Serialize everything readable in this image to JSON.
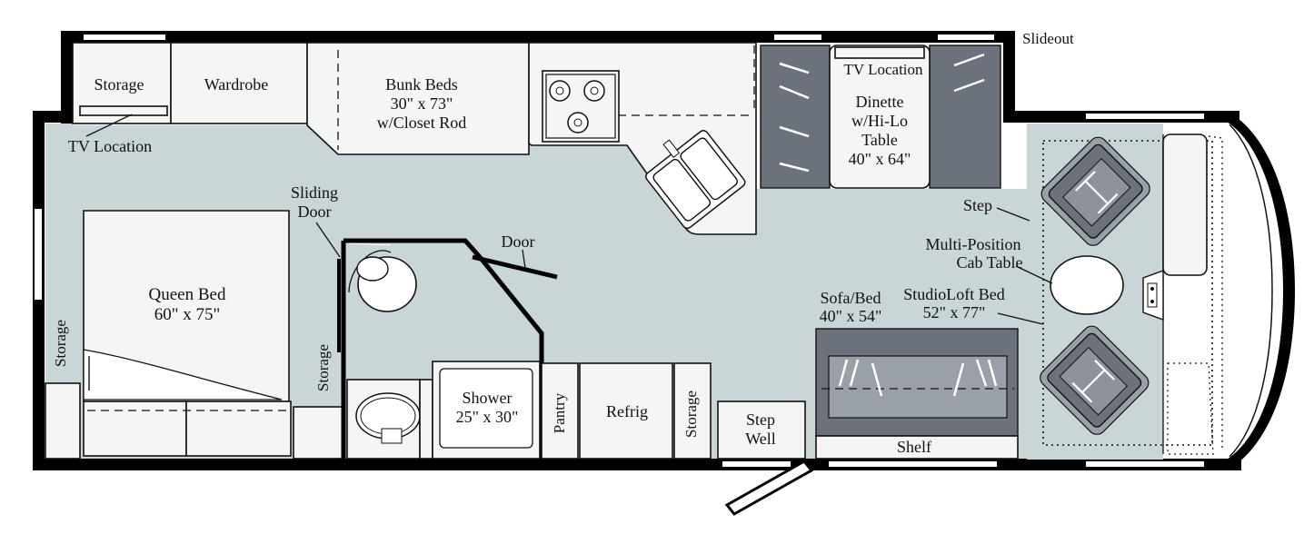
{
  "labels": {
    "slideout": "Slideout",
    "storage_top": "Storage",
    "wardrobe": "Wardrobe",
    "bunk_title": "Bunk Beds",
    "bunk_size": "30\" x 73\"",
    "bunk_note": "w/Closet Rod",
    "tv_location_top": "TV Location",
    "dinette_1": "Dinette",
    "dinette_2": "w/Hi-Lo",
    "dinette_3": "Table",
    "dinette_4": "40\" x 64\"",
    "tv_location_left": "TV Location",
    "sliding_door_1": "Sliding",
    "sliding_door_2": "Door",
    "door": "Door",
    "step": "Step",
    "cab_table_1": "Multi-Position",
    "cab_table_2": "Cab Table",
    "loft_1": "StudioLoft Bed",
    "loft_2": "52\" x 77\"",
    "sofa_1": "Sofa/Bed",
    "sofa_2": "40\" x 54\"",
    "queen_1": "Queen Bed",
    "queen_2": "60\" x 75\"",
    "storage_left": "Storage",
    "storage_bath": "Storage",
    "shower_1": "Shower",
    "shower_2": "25\" x 30\"",
    "pantry": "Pantry",
    "refrig": "Refrig",
    "storage_kitchen": "Storage",
    "step_well_1": "Step",
    "step_well_2": "Well",
    "shelf": "Shelf"
  }
}
